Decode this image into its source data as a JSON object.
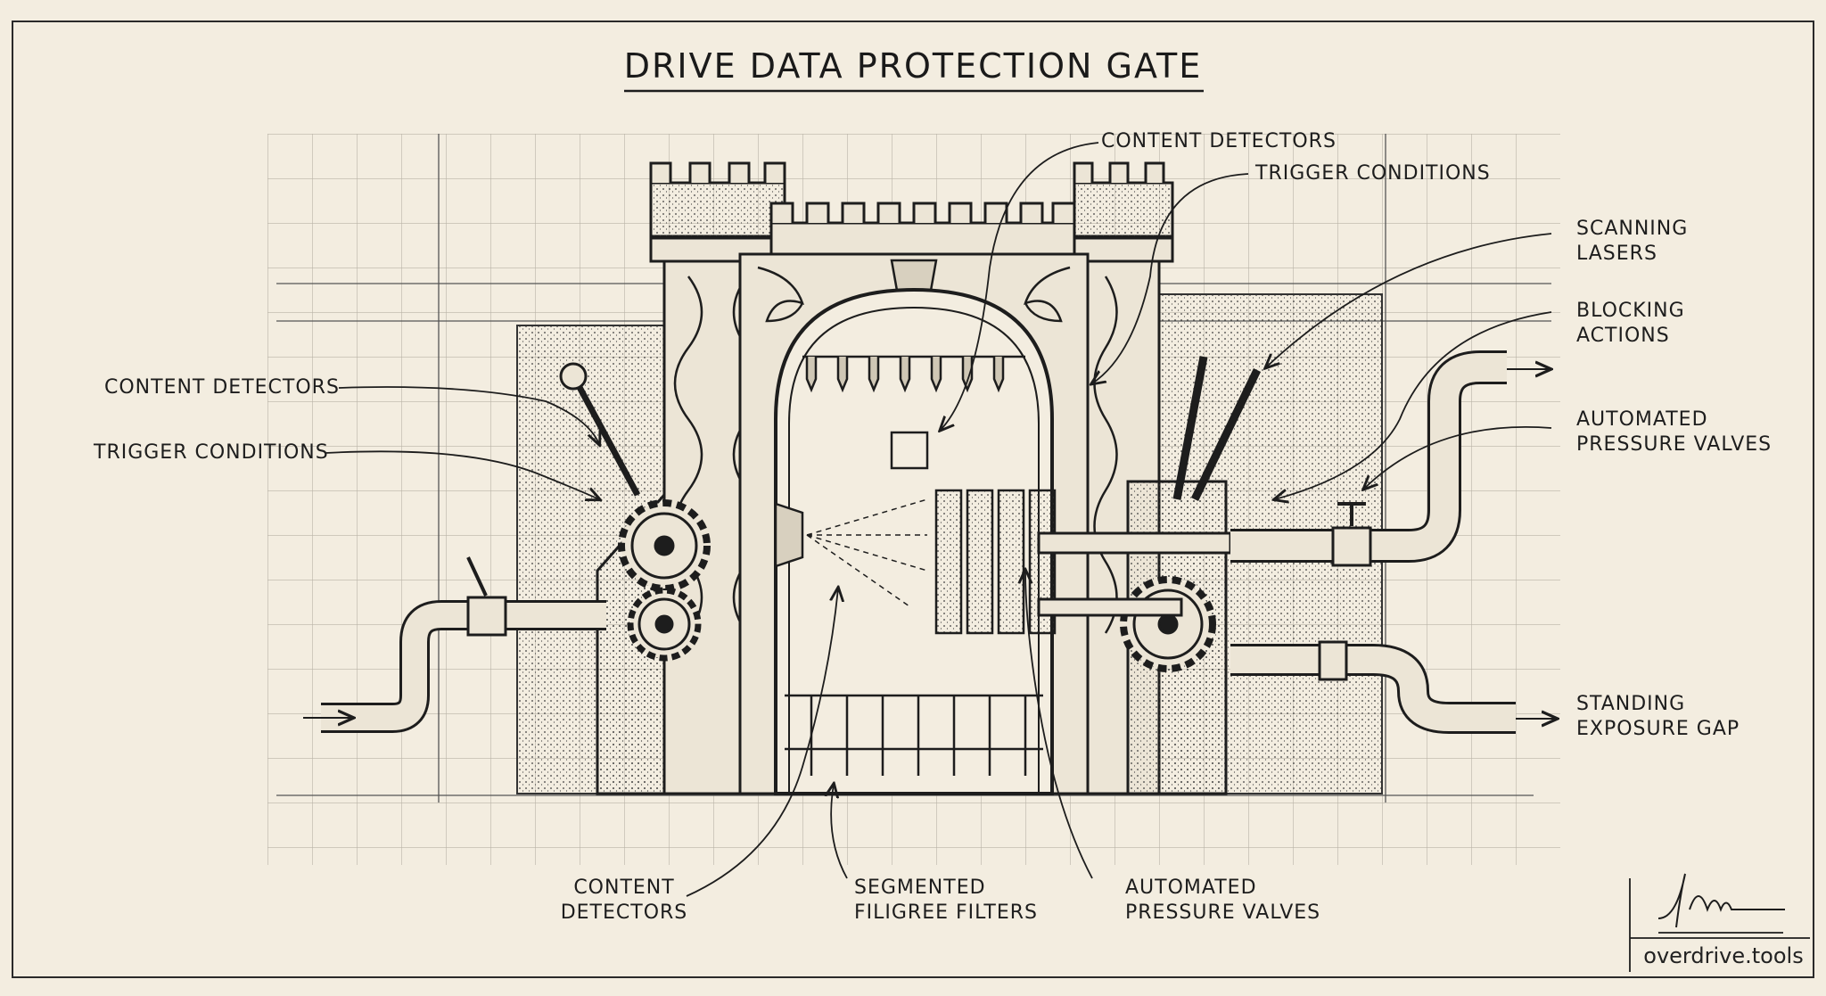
{
  "title": "DRIVE DATA PROTECTION GATE",
  "labels": {
    "top_content_detectors": "CONTENT DETECTORS",
    "top_trigger_conditions": "TRIGGER CONDITIONS",
    "scanning_lasers": "SCANNING\nLASERS",
    "blocking_actions": "BLOCKING\nACTIONS",
    "right_pressure_valves": "AUTOMATED\nPRESSURE VALVES",
    "standing_exposure_gap": "STANDING\nEXPOSURE GAP",
    "left_content_detectors": "CONTENT DETECTORS",
    "left_trigger_conditions": "TRIGGER CONDITIONS",
    "bottom_content_detectors": "CONTENT\nDETECTORS",
    "segmented_filigree_filters": "SEGMENTED\nFILIGREE FILTERS",
    "bottom_pressure_valves": "AUTOMATED\nPRESSURE VALVES"
  },
  "brand": "overdrive.tools",
  "colors": {
    "paper": "#f3ede0",
    "ink": "#1d1d1d",
    "grid": "#b9b3a6"
  }
}
